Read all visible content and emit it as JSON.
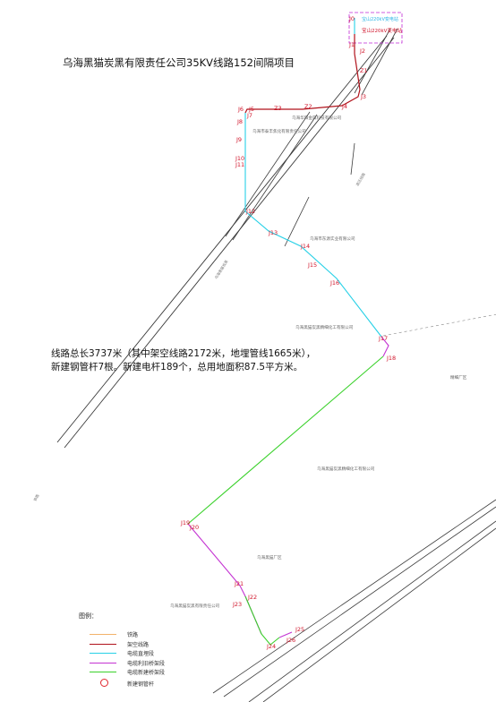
{
  "title": "乌海黑猫炭黑有限责任公司35KV线路152间隔项目",
  "summary": {
    "line1": "线路总长3737米（其中架空线路2172米，地埋管线1665米），",
    "line2": "新建钢管杆7根。新建电杆189个，总用地面积87.5平方米。"
  },
  "substation": {
    "label": "宝山220kV变电站",
    "label_top": "宝山220kV变电站"
  },
  "pole_labels": [
    "J0",
    "J1",
    "J2",
    "Z1",
    "J3",
    "J4",
    "Z2",
    "Z3",
    "J5",
    "J6",
    "J7",
    "J8",
    "J9",
    "J10",
    "J11",
    "J12",
    "J13",
    "J14",
    "J15",
    "J16",
    "J17",
    "J18",
    "J19",
    "J20",
    "J21",
    "J22",
    "J23",
    "J24",
    "J25",
    "J26"
  ],
  "place_labels": {
    "p1": "乌海华阳金属科技有限公司",
    "p2": "乌海黑猫炭黑有限责任公司",
    "p3": "乌海市东源实业有限公司",
    "p4": "乌海黑猫炭黑精细化工有限公司",
    "p5": "乌海黑猫炭黑精细化工有限公司",
    "p6": "乌海黑猫厂区",
    "p7": "乌海市泰丰焦化有限责任公司",
    "p8": "精细厂区",
    "p9": "铁路",
    "p10": "乌海黑猫炭黑",
    "p11": "高压线路"
  },
  "legend": {
    "heading": "图例：",
    "items": [
      {
        "label": "铁路",
        "color": "#f2b36a"
      },
      {
        "label": "架空线路",
        "color": "#b0121b"
      },
      {
        "label": "电缆直埋段",
        "color": "#26d0e6"
      },
      {
        "label": "电缆利旧桥架段",
        "color": "#c433d2"
      },
      {
        "label": "电缆新建桥架段",
        "color": "#3ad12b"
      }
    ],
    "pole_symbol": {
      "label": "新建钢管杆",
      "color": "#e0242c"
    }
  }
}
